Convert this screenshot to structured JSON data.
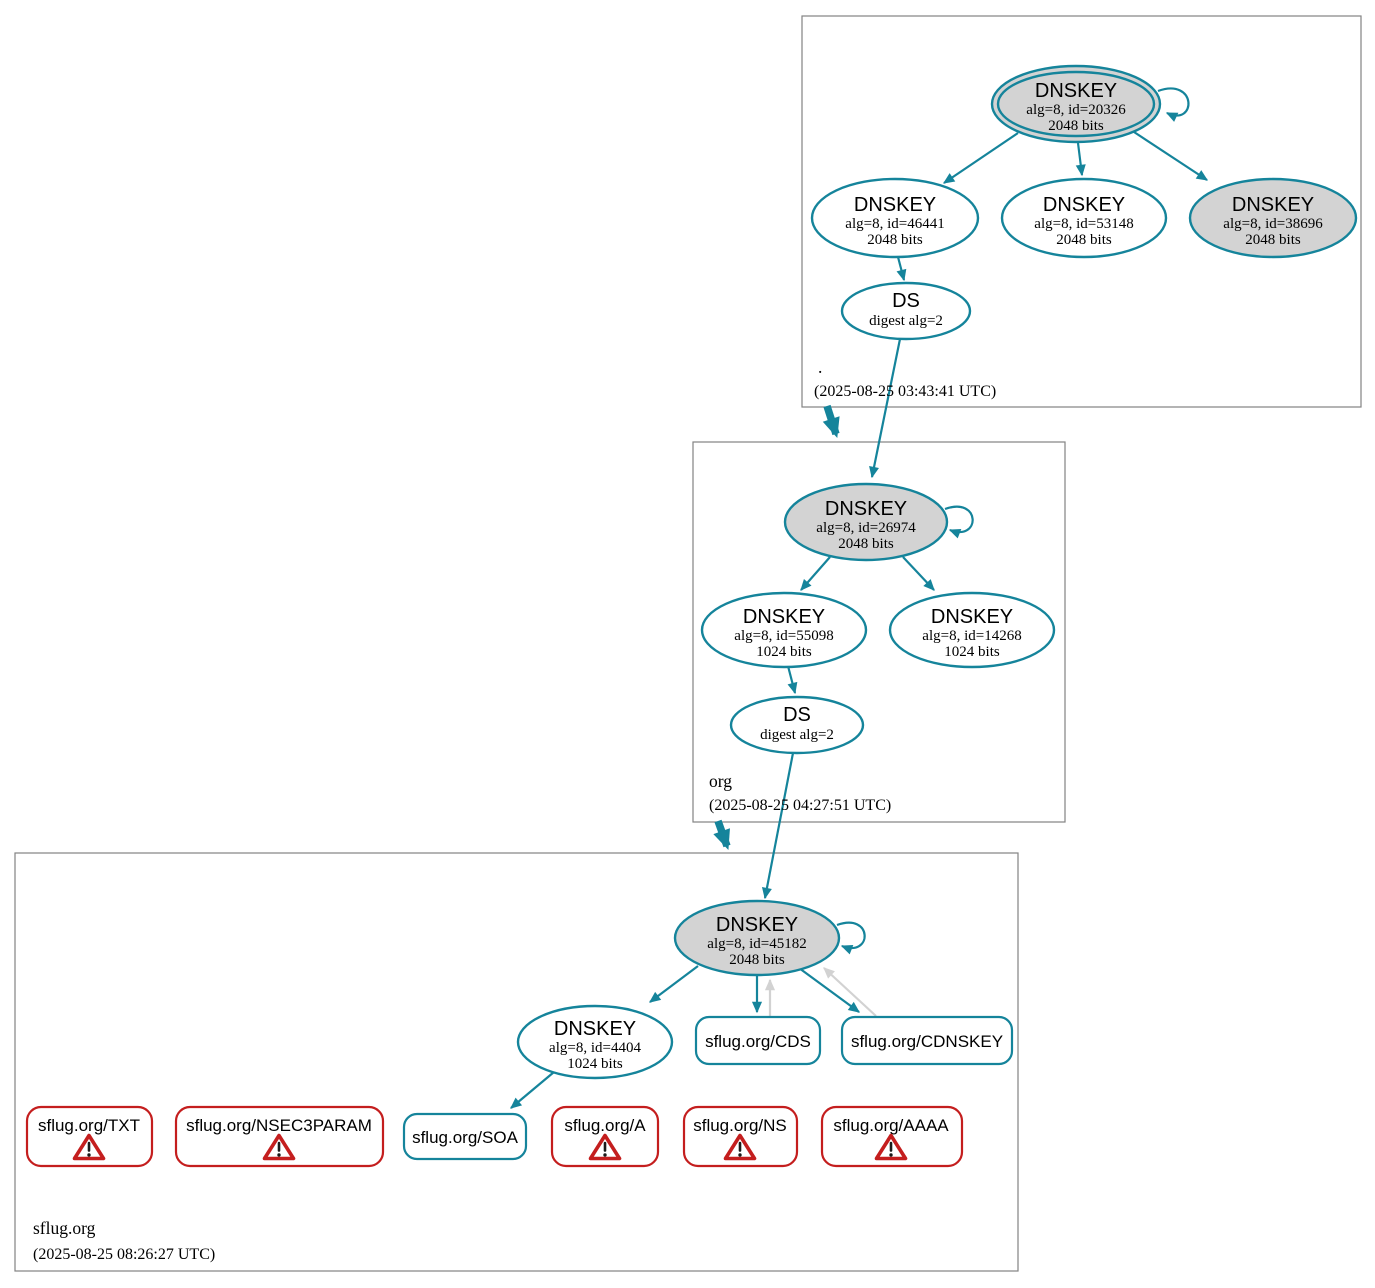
{
  "colors": {
    "secure": "#15849b",
    "warning": "#c41e1e",
    "node-fill": "#d3d3d3",
    "gray-edge": "#d2d2d2",
    "zone-border": "#838383"
  },
  "zones": [
    {
      "label": ".",
      "timestamp": "(2025-08-25 03:43:41 UTC)",
      "nodes": {
        "ksk": {
          "title": "DNSKEY",
          "detail1": "alg=8, id=20326",
          "detail2": "2048 bits"
        },
        "zsk1": {
          "title": "DNSKEY",
          "detail1": "alg=8, id=46441",
          "detail2": "2048 bits"
        },
        "zsk2": {
          "title": "DNSKEY",
          "detail1": "alg=8, id=53148",
          "detail2": "2048 bits"
        },
        "zsk3": {
          "title": "DNSKEY",
          "detail1": "alg=8, id=38696",
          "detail2": "2048 bits"
        },
        "ds": {
          "title": "DS",
          "detail1": "digest alg=2"
        }
      }
    },
    {
      "label": "org",
      "timestamp": "(2025-08-25 04:27:51 UTC)",
      "nodes": {
        "ksk": {
          "title": "DNSKEY",
          "detail1": "alg=8, id=26974",
          "detail2": "2048 bits"
        },
        "zsk1": {
          "title": "DNSKEY",
          "detail1": "alg=8, id=55098",
          "detail2": "1024 bits"
        },
        "zsk2": {
          "title": "DNSKEY",
          "detail1": "alg=8, id=14268",
          "detail2": "1024 bits"
        },
        "ds": {
          "title": "DS",
          "detail1": "digest alg=2"
        }
      }
    },
    {
      "label": "sflug.org",
      "timestamp": "(2025-08-25 08:26:27 UTC)",
      "nodes": {
        "ksk": {
          "title": "DNSKEY",
          "detail1": "alg=8, id=45182",
          "detail2": "2048 bits"
        },
        "zsk": {
          "title": "DNSKEY",
          "detail1": "alg=8, id=4404",
          "detail2": "1024 bits"
        },
        "cds": {
          "label": "sflug.org/CDS"
        },
        "cdnskey": {
          "label": "sflug.org/CDNSKEY"
        },
        "txt": {
          "label": "sflug.org/TXT"
        },
        "nsec3param": {
          "label": "sflug.org/NSEC3PARAM"
        },
        "soa": {
          "label": "sflug.org/SOA"
        },
        "a": {
          "label": "sflug.org/A"
        },
        "ns": {
          "label": "sflug.org/NS"
        },
        "aaaa": {
          "label": "sflug.org/AAAA"
        }
      }
    }
  ]
}
